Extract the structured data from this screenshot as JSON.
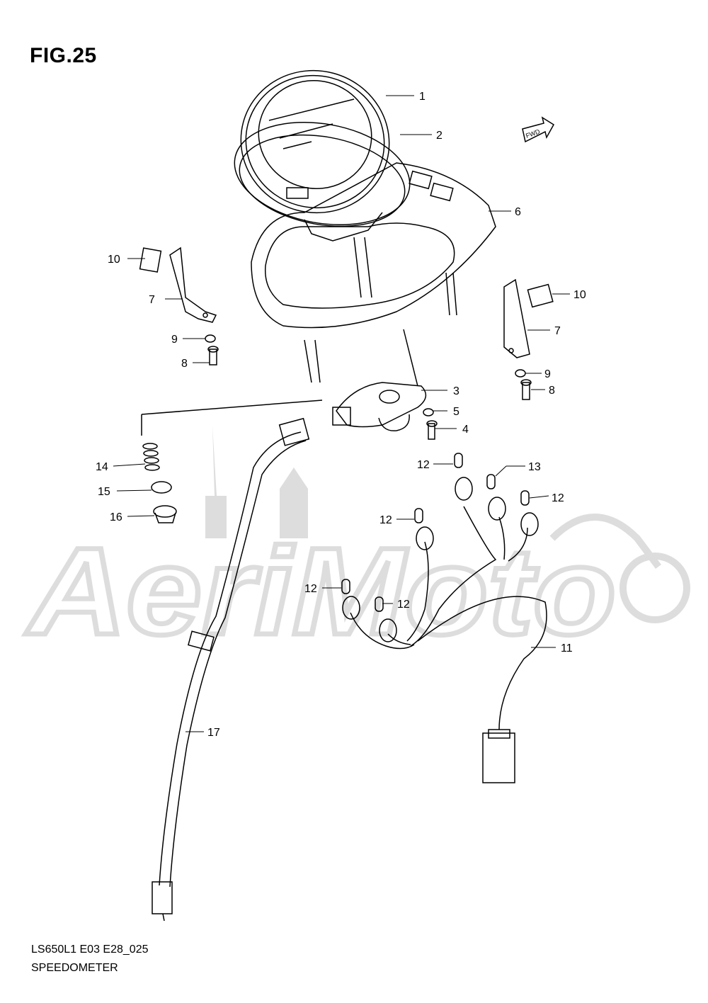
{
  "figure": {
    "title": "FIG.25",
    "code": "LS650L1 E03 E28_025",
    "name": "SPEEDOMETER"
  },
  "badge": {
    "label": "FWD"
  },
  "callouts": [
    {
      "id": "c1",
      "label": "1"
    },
    {
      "id": "c2",
      "label": "2"
    },
    {
      "id": "c3",
      "label": "3"
    },
    {
      "id": "c4",
      "label": "4"
    },
    {
      "id": "c5",
      "label": "5"
    },
    {
      "id": "c6",
      "label": "6"
    },
    {
      "id": "c7a",
      "label": "7"
    },
    {
      "id": "c7b",
      "label": "7"
    },
    {
      "id": "c8a",
      "label": "8"
    },
    {
      "id": "c8b",
      "label": "8"
    },
    {
      "id": "c9a",
      "label": "9"
    },
    {
      "id": "c9b",
      "label": "9"
    },
    {
      "id": "c10a",
      "label": "10"
    },
    {
      "id": "c10b",
      "label": "10"
    },
    {
      "id": "c11",
      "label": "11"
    },
    {
      "id": "c12a",
      "label": "12"
    },
    {
      "id": "c12b",
      "label": "12"
    },
    {
      "id": "c12c",
      "label": "12"
    },
    {
      "id": "c12d",
      "label": "12"
    },
    {
      "id": "c12e",
      "label": "12"
    },
    {
      "id": "c13",
      "label": "13"
    },
    {
      "id": "c14",
      "label": "14"
    },
    {
      "id": "c15",
      "label": "15"
    },
    {
      "id": "c16",
      "label": "16"
    },
    {
      "id": "c17",
      "label": "17"
    }
  ],
  "watermark": {
    "text": "AeriMoto"
  }
}
